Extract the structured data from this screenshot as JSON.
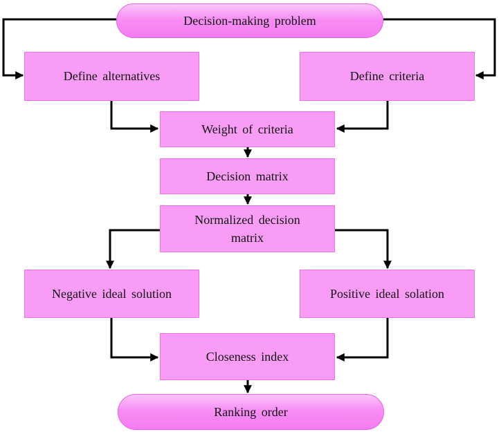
{
  "nodes": {
    "problem": "Decision-making problem",
    "alternatives": "Define alternatives",
    "criteria": "Define criteria",
    "weight": "Weight of criteria",
    "matrix": "Decision matrix",
    "normalized": "Normalized decision matrix",
    "negative": "Negative ideal solution",
    "positive": "Positive ideal solation",
    "closeness": "Closeness index",
    "ranking": "Ranking order"
  },
  "edges": [
    {
      "from": "problem",
      "to": "alternatives"
    },
    {
      "from": "problem",
      "to": "criteria"
    },
    {
      "from": "alternatives",
      "to": "weight"
    },
    {
      "from": "criteria",
      "to": "weight"
    },
    {
      "from": "weight",
      "to": "matrix"
    },
    {
      "from": "matrix",
      "to": "normalized"
    },
    {
      "from": "normalized",
      "to": "negative"
    },
    {
      "from": "normalized",
      "to": "positive"
    },
    {
      "from": "negative",
      "to": "closeness"
    },
    {
      "from": "positive",
      "to": "closeness"
    },
    {
      "from": "closeness",
      "to": "ranking"
    }
  ],
  "colors": {
    "box_fill": "#f99cf5",
    "box_border": "#f070ee",
    "connector": "#000000"
  }
}
